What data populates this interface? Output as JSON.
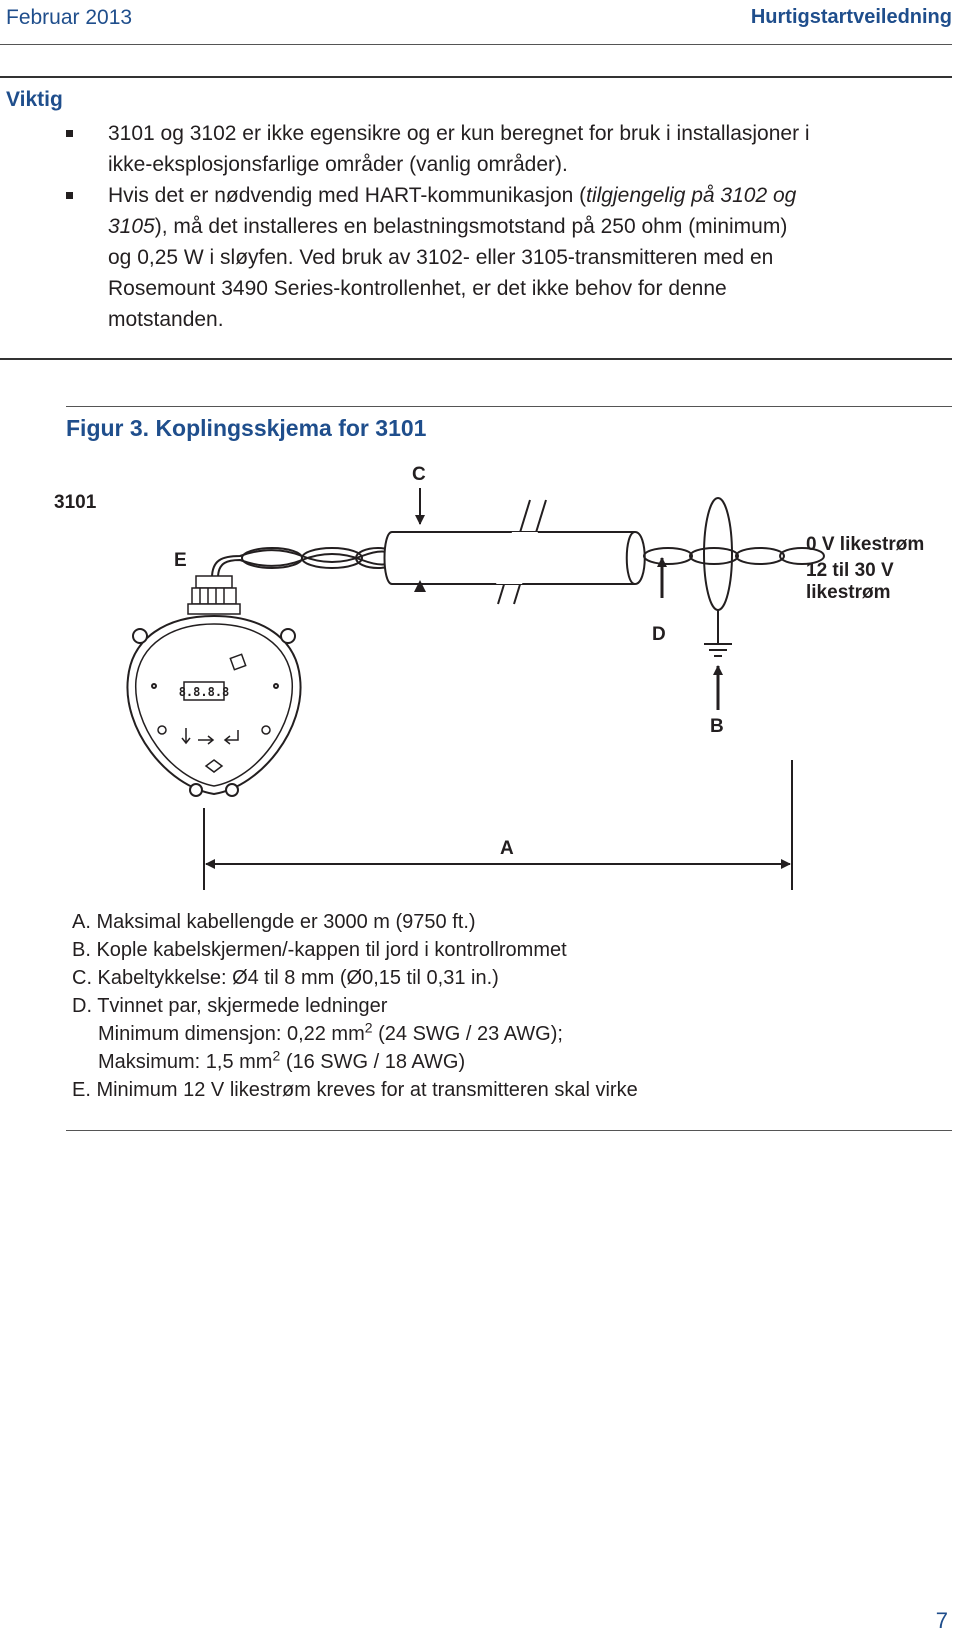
{
  "header": {
    "date": "Februar 2013",
    "title": "Hurtigstartveiledning"
  },
  "important": {
    "heading": "Viktig",
    "items": [
      {
        "lines": [
          "3101 og 3102 er ikke egensikre og er kun beregnet for bruk i installasjoner i",
          "ikke-eksplosjonsfarlige områder (vanlig områder)."
        ]
      },
      {
        "line1_a": "Hvis det er nødvendig med HART-kommunikasjon (",
        "line1_italic": "tilgjengelig på 3102 og",
        "line2_italic": "3105",
        "line2_b": "), må det installeres en belastningsmotstand på 250 ohm (minimum)",
        "lines": [
          "og 0,25 W i sløyfen. Ved bruk av 3102- eller 3105-transmitteren med en",
          "Rosemount 3490 Series-kontrollenhet, er det ikke behov for denne",
          "motstanden."
        ]
      }
    ]
  },
  "figure": {
    "caption": "Figur 3. Koplingsskjema for 3101",
    "device_label": "3101",
    "display_text": "8.8.8.8",
    "labels": {
      "A": "A",
      "B": "B",
      "C": "C",
      "D": "D",
      "E": "E",
      "supply_0v": "0 V likestrøm",
      "supply_12_30": "12 til 30 V",
      "supply_unit": "likestrøm"
    },
    "legend": {
      "A": "A. Maksimal kabellengde er 3000 m (9750 ft.)",
      "B": "B. Kople kabelskjermen/-kappen til jord i kontrollrommet",
      "C": "C. Kabeltykkelse: Ø4 til 8 mm (Ø0,15 til 0,31 in.)",
      "D": "D. Tvinnet par, skjermede ledninger",
      "D_min_a": "Minimum dimensjon: 0,22 mm",
      "D_min_sup": "2",
      "D_min_b": " (24 SWG / 23 AWG);",
      "D_max_a": "Maksimum: 1,5 mm",
      "D_max_sup": "2",
      "D_max_b": " (16 SWG / 18 AWG)",
      "E": "E. Minimum 12 V likestrøm kreves for at transmitteren skal virke"
    }
  },
  "page_number": "7"
}
